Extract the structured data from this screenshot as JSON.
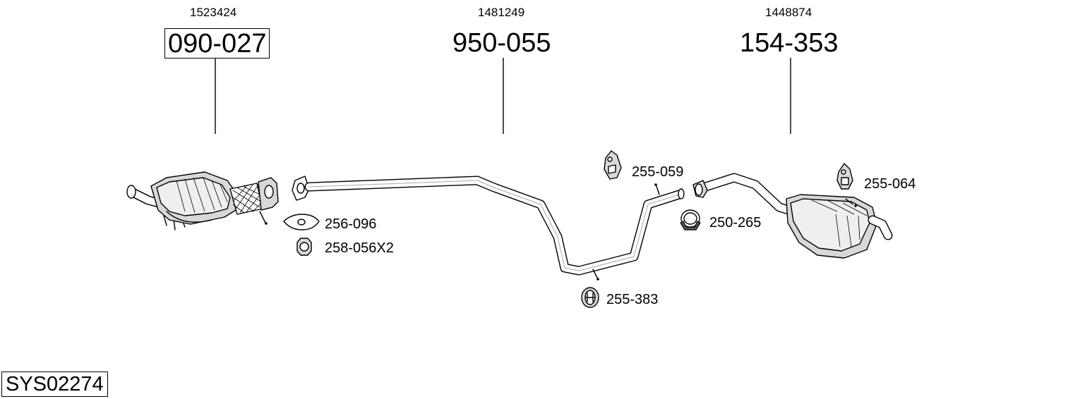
{
  "main_parts": [
    {
      "oem": "1523424",
      "part": "090-027",
      "boxed": true
    },
    {
      "oem": "1481249",
      "part": "950-055",
      "boxed": false
    },
    {
      "oem": "1448874",
      "part": "154-353",
      "boxed": false
    }
  ],
  "accessories": {
    "gasket": "256-096",
    "nut": "258-056X2",
    "hanger_front": "255-059",
    "clamp": "250-265",
    "hanger_rear": "255-064",
    "hanger_middle": "255-383"
  },
  "system_code": "SYS02274"
}
